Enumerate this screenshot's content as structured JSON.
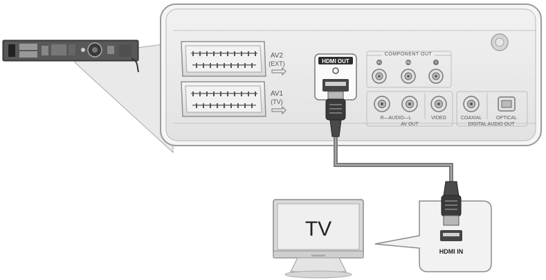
{
  "labels": {
    "av2": "AV2",
    "av2_sub": "(EXT)",
    "av1": "AV1",
    "av1_sub": "(TV)",
    "hdmi_out": "HDMI OUT",
    "component_out": "COMPONENT OUT",
    "pr": "Pr",
    "pb": "Pb",
    "y": "Y",
    "audio": "R—AUDIO—L",
    "video": "VIDEO",
    "av_out": "AV OUT",
    "coaxial": "COAXIAL",
    "optical": "OPTICAL",
    "digital_audio_out": "DIGITAL AUDIO OUT",
    "tv": "TV",
    "tv_brand": "SAMSUNG",
    "hdmi_in": "HDMI IN"
  },
  "colors": {
    "panel_fill": "#ececec",
    "panel_stroke": "#9a9a9a",
    "cable": "#7a7a7a",
    "plug": "#3a3a3a",
    "tv_screen": "#e8e8e8"
  },
  "icons": {
    "player": "dvd-recorder-rear-icon",
    "connector": "hdmi-plug-icon",
    "tv": "tv-icon"
  }
}
